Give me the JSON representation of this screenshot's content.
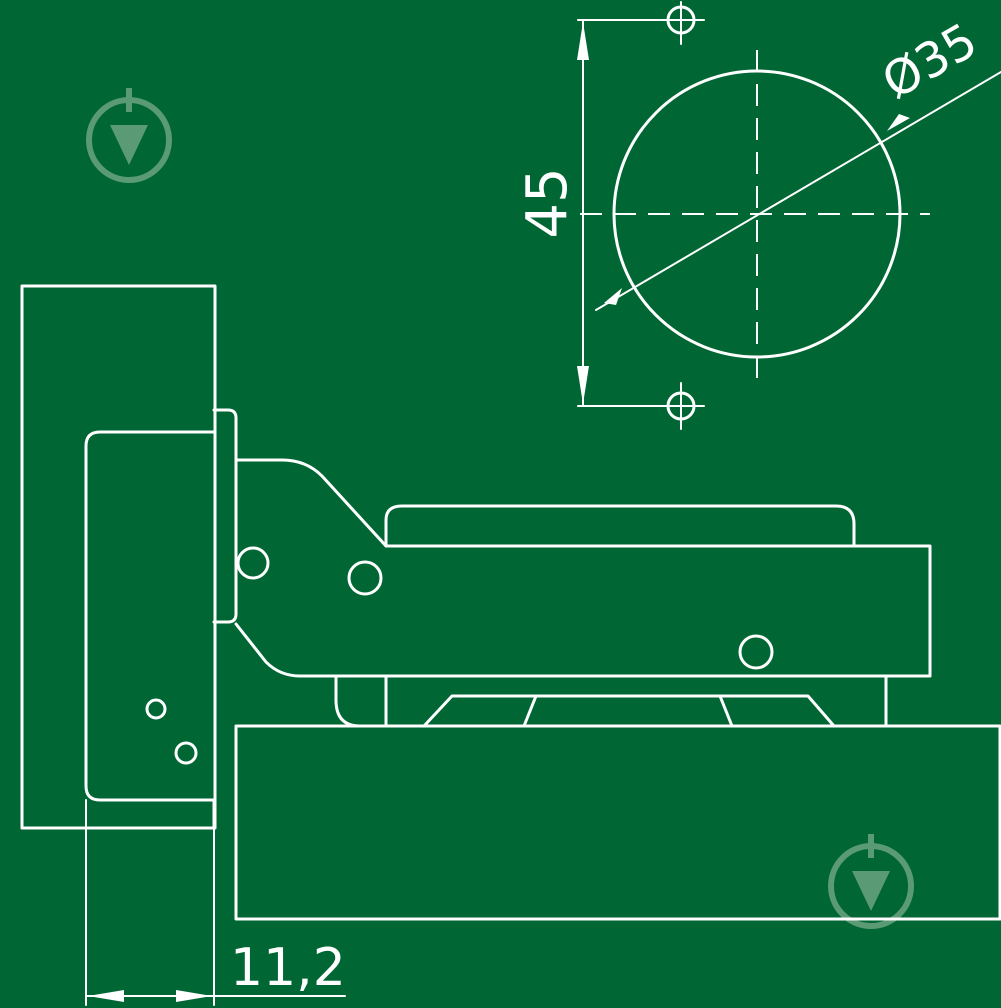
{
  "dimensions": {
    "cup_diameter": "Ø35",
    "screw_spacing": "45",
    "overlay": "11,2"
  },
  "colors": {
    "background": "#006633",
    "line": "#ffffff",
    "watermark": "#5a9a74"
  },
  "icons": {
    "watermark": "download-arrow-icon"
  }
}
